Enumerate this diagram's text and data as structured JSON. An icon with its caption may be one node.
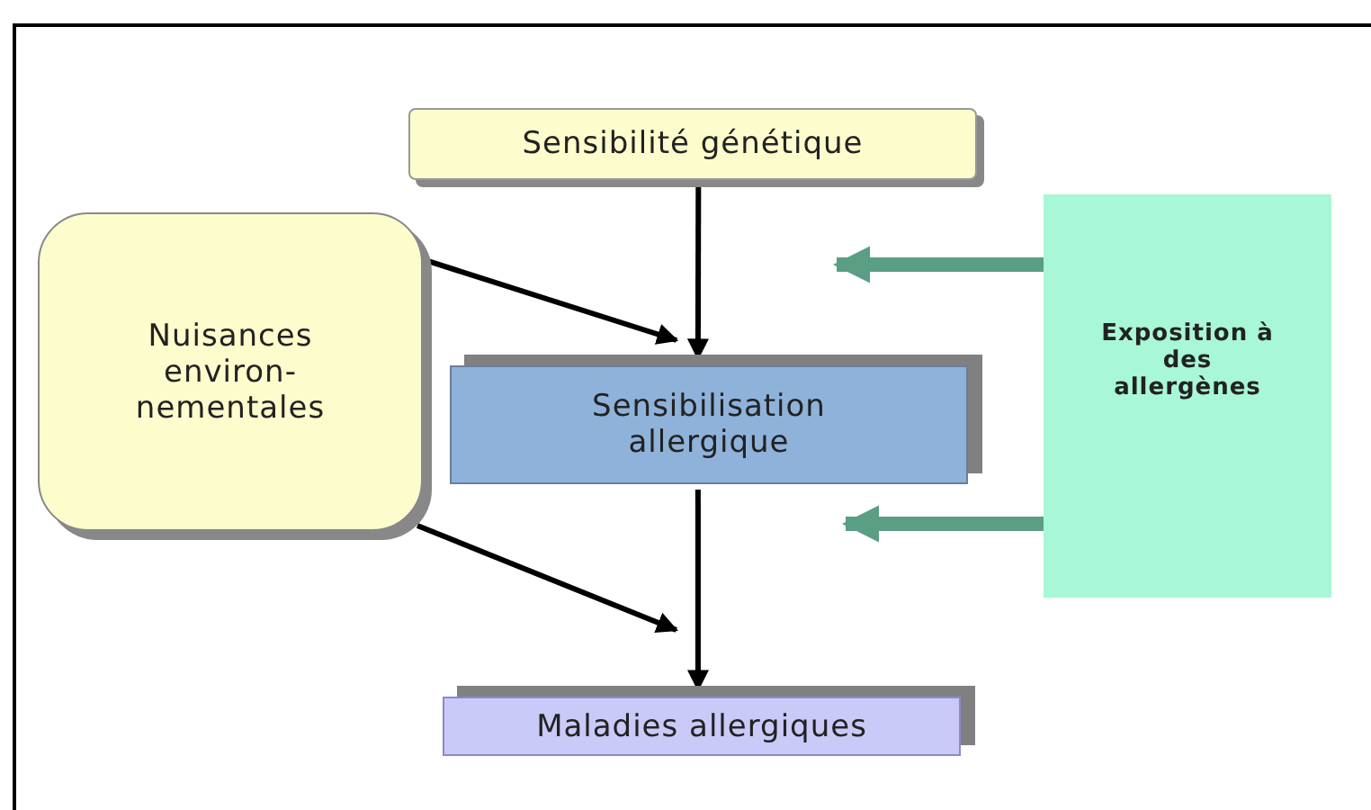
{
  "diagram": {
    "nodes": [
      {
        "text": [
          "Sensibilité génétique"
        ]
      },
      {
        "text": [
          "Nuisances environ- nementales"
        ]
      },
      {
        "text": [
          "Exposition à des allergènes"
        ]
      },
      {
        "text": [
          "Sensibilisation allergique"
        ]
      },
      {
        "text": [
          "Maladies allergiques"
        ]
      }
    ],
    "edges": [
      {
        "from": 0,
        "to": 3,
        "arrow": "to"
      },
      {
        "from": 1,
        "to": 3,
        "arrow": "to"
      },
      {
        "from": 1,
        "to": 4,
        "arrow": "to"
      },
      {
        "from": 3,
        "to": 4,
        "arrow": "to"
      },
      {
        "from": 2,
        "to": null,
        "arrow": "to",
        "style": "thick",
        "color": "#5a9e84"
      },
      {
        "from": 2,
        "to": 3,
        "arrow": "to",
        "style": "thick",
        "color": "#5a9e84"
      }
    ]
  }
}
